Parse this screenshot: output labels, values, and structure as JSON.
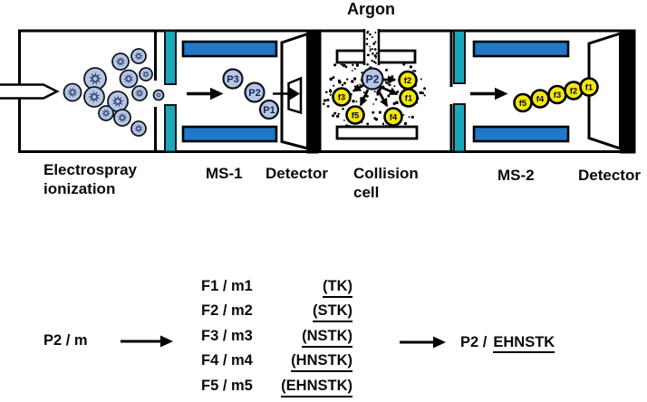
{
  "apparatus": {
    "argon": "Argon",
    "labels": {
      "esi1": "Electrospray",
      "esi2": "ionization",
      "ms1": "MS-1",
      "det1": "Detector",
      "cc1": "Collision",
      "cc2": "cell",
      "ms2": "MS-2",
      "det2": "Detector"
    },
    "ms1_ions": [
      "P3",
      "P2",
      "P1"
    ],
    "collision_precursor": "P2",
    "fragments": [
      "f1",
      "f2",
      "f3",
      "f4",
      "f5"
    ]
  },
  "scheme": {
    "precursor": "P2 / m",
    "rows": [
      {
        "f": "F1 / m1",
        "seq": "(TK)"
      },
      {
        "f": "F2 / m2",
        "seq": "(STK)"
      },
      {
        "f": "F3 / m3",
        "seq": "(NSTK)"
      },
      {
        "f": "F4 / m4",
        "seq": "(HNSTK)"
      },
      {
        "f": "F5 / m5",
        "seq": "(EHNSTK)"
      }
    ],
    "result_prefix": "P2 /",
    "result_seq": "EHNSTK"
  },
  "colors": {
    "lens_teal": "#1aa7b8",
    "rod_blue": "#1f78c8",
    "droplet_blue": "#b5c6e8",
    "droplet_core": "#3d4b70",
    "fragment_yellow": "#f2e60e",
    "ion_label_navy": "#18264d"
  }
}
